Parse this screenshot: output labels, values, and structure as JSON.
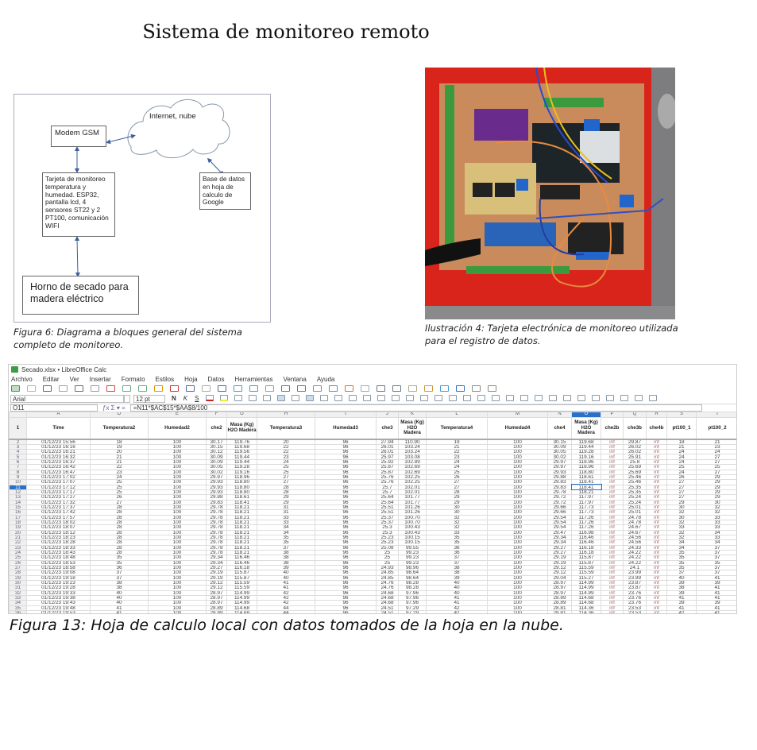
{
  "title": "Sistema de monitoreo remoto",
  "diagram": {
    "modem": "Modem GSM",
    "cloud": "Internet, nube",
    "board": "Tarjeta de monitoreo temperatura y humedad. ESP32, pantalla lcd, 4 sensores ST22 y 2 PT100, comunicación WIFI",
    "database": "Base de datos en hoja de calculo de Google",
    "oven": "Horno de secado para madera eléctrico",
    "caption": "Figura 6: Diagrama a bloques general del sistema completo de monitoreo."
  },
  "photo": {
    "caption": "Ilustración 4: Tarjeta electrónica de monitoreo utilizada para el registro de datos."
  },
  "spreadsheet": {
    "window_title": "Secado.xlsx • LibreOffice Calc",
    "menu": [
      "Archivo",
      "Editar",
      "Ver",
      "Insertar",
      "Formato",
      "Estilos",
      "Hoja",
      "Datos",
      "Herramientas",
      "Ventana",
      "Ayuda"
    ],
    "font_name": "Arial",
    "font_size": "12 pt",
    "format_buttons": [
      "N",
      "K",
      "S"
    ],
    "cell_ref": "O11",
    "formula": "=N11*$AC$15*$AA$8/100",
    "selected_row": "11",
    "selected_col": "O",
    "columns": [
      "A",
      "D",
      "E",
      "F",
      "G",
      "H",
      "I",
      "J",
      "K",
      "L",
      "M",
      "N",
      "O",
      "P",
      "Q",
      "R",
      "S",
      "T"
    ],
    "headers": [
      "Time",
      "Temperatura2",
      "Humedad2",
      "che2",
      "Masa (Kg) H2O Madera",
      "Temperatura3",
      "Humedad3",
      "che3",
      "Masa (Kg) H2O Madera",
      "Temperatura4",
      "Humedad4",
      "che4",
      "Masa (Kg) H2O Madera",
      "che2b",
      "che3b",
      "che4b",
      "pt100_1",
      "pt100_2"
    ],
    "rows": [
      [
        "2",
        "01/12/23 15:56",
        "18",
        "100",
        "30.17",
        "119.76",
        "20",
        "96",
        "27.94",
        "110.90",
        "19",
        "100",
        "30.15",
        "119.68",
        "inf",
        "29.87",
        "inf",
        "18",
        "21"
      ],
      [
        "3",
        "01/12/23 16:16",
        "19",
        "100",
        "30.15",
        "119.68",
        "22",
        "96",
        "26.01",
        "103.24",
        "21",
        "100",
        "30.09",
        "119.44",
        "inf",
        "26.02",
        "inf",
        "21",
        "23"
      ],
      [
        "4",
        "01/12/23 16:21",
        "20",
        "100",
        "30.12",
        "119.56",
        "22",
        "96",
        "26.01",
        "103.24",
        "22",
        "100",
        "30.05",
        "119.28",
        "inf",
        "26.02",
        "inf",
        "24",
        "24"
      ],
      [
        "5",
        "01/12/23 16:32",
        "21",
        "100",
        "30.09",
        "119.44",
        "23",
        "96",
        "25.97",
        "103.08",
        "23",
        "100",
        "30.02",
        "119.16",
        "inf",
        "25.91",
        "inf",
        "24",
        "27"
      ],
      [
        "6",
        "01/12/23 16:37",
        "21",
        "100",
        "30.09",
        "119.44",
        "24",
        "96",
        "25.92",
        "102.89",
        "24",
        "100",
        "29.97",
        "118.96",
        "inf",
        "25.8",
        "inf",
        "24",
        "27"
      ],
      [
        "7",
        "01/12/23 16:42",
        "22",
        "100",
        "30.05",
        "119.28",
        "25",
        "96",
        "25.87",
        "102.69",
        "24",
        "100",
        "29.97",
        "118.96",
        "inf",
        "25.69",
        "inf",
        "25",
        "25"
      ],
      [
        "8",
        "01/12/23 16:47",
        "23",
        "100",
        "30.02",
        "119.16",
        "25",
        "96",
        "25.87",
        "102.69",
        "25",
        "100",
        "29.93",
        "118.80",
        "inf",
        "25.69",
        "inf",
        "24",
        "27"
      ],
      [
        "9",
        "01/12/23 17:02",
        "24",
        "100",
        "29.97",
        "118.96",
        "27",
        "96",
        "25.76",
        "102.25",
        "26",
        "100",
        "29.88",
        "118.61",
        "inf",
        "25.46",
        "inf",
        "26",
        "29"
      ],
      [
        "10",
        "01/12/23 17:07",
        "25",
        "100",
        "29.93",
        "118.80",
        "27",
        "96",
        "25.76",
        "102.25",
        "27",
        "100",
        "29.83",
        "118.41",
        "inf",
        "25.46",
        "inf",
        "27",
        "29"
      ],
      [
        "11",
        "01/12/23 17:12",
        "25",
        "100",
        "29.93",
        "118.80",
        "28",
        "96",
        "25.7",
        "102.01",
        "27",
        "100",
        "29.83",
        "118.41",
        "inf",
        "25.35",
        "inf",
        "27",
        "29"
      ],
      [
        "12",
        "01/12/23 17:17",
        "25",
        "100",
        "29.93",
        "118.80",
        "28",
        "96",
        "25.7",
        "102.01",
        "28",
        "100",
        "29.78",
        "118.21",
        "inf",
        "25.35",
        "inf",
        "27",
        "29"
      ],
      [
        "13",
        "01/12/23 17:27",
        "26",
        "100",
        "29.88",
        "118.61",
        "29",
        "96",
        "25.64",
        "101.77",
        "29",
        "100",
        "29.72",
        "117.97",
        "inf",
        "25.24",
        "inf",
        "27",
        "29"
      ],
      [
        "14",
        "01/12/23 17:32",
        "27",
        "100",
        "29.83",
        "118.41",
        "29",
        "96",
        "25.64",
        "101.77",
        "29",
        "100",
        "29.72",
        "117.97",
        "inf",
        "25.24",
        "inf",
        "29",
        "30"
      ],
      [
        "15",
        "01/12/23 17:37",
        "28",
        "100",
        "29.78",
        "118.21",
        "31",
        "96",
        "25.51",
        "101.26",
        "30",
        "100",
        "29.66",
        "117.73",
        "inf",
        "25.01",
        "inf",
        "30",
        "32"
      ],
      [
        "16",
        "01/12/23 17:42",
        "28",
        "100",
        "29.78",
        "118.21",
        "31",
        "96",
        "25.51",
        "101.26",
        "30",
        "100",
        "29.66",
        "117.73",
        "inf",
        "25.01",
        "inf",
        "32",
        "32"
      ],
      [
        "17",
        "01/12/23 17:57",
        "28",
        "100",
        "29.78",
        "118.21",
        "33",
        "96",
        "25.37",
        "100.70",
        "32",
        "100",
        "29.54",
        "117.26",
        "inf",
        "24.78",
        "inf",
        "30",
        "33"
      ],
      [
        "18",
        "01/12/23 18:02",
        "28",
        "100",
        "29.78",
        "118.21",
        "33",
        "96",
        "25.37",
        "100.70",
        "32",
        "100",
        "29.54",
        "117.26",
        "inf",
        "24.78",
        "inf",
        "32",
        "33"
      ],
      [
        "19",
        "01/12/23 18:07",
        "28",
        "100",
        "29.78",
        "118.21",
        "34",
        "96",
        "25.3",
        "100.43",
        "32",
        "100",
        "29.54",
        "117.26",
        "inf",
        "24.67",
        "inf",
        "33",
        "33"
      ],
      [
        "20",
        "01/12/23 18:12",
        "28",
        "100",
        "29.78",
        "118.21",
        "34",
        "96",
        "25.3",
        "100.43",
        "33",
        "100",
        "29.47",
        "116.98",
        "inf",
        "24.67",
        "inf",
        "32",
        "34"
      ],
      [
        "21",
        "01/12/23 18:23",
        "28",
        "100",
        "29.78",
        "118.21",
        "35",
        "96",
        "25.23",
        "100.15",
        "35",
        "100",
        "29.34",
        "116.46",
        "inf",
        "24.56",
        "inf",
        "32",
        "33"
      ],
      [
        "22",
        "01/12/23 18:28",
        "28",
        "100",
        "29.78",
        "118.21",
        "35",
        "96",
        "25.23",
        "100.15",
        "35",
        "100",
        "29.34",
        "116.46",
        "inf",
        "24.56",
        "inf",
        "34",
        "34"
      ],
      [
        "23",
        "01/12/23 18:33",
        "28",
        "100",
        "29.78",
        "118.21",
        "37",
        "96",
        "25.08",
        "99.55",
        "36",
        "100",
        "29.27",
        "116.18",
        "inf",
        "24.33",
        "inf",
        "34",
        "37"
      ],
      [
        "24",
        "01/12/23 18:43",
        "28",
        "100",
        "29.78",
        "118.21",
        "38",
        "96",
        "25",
        "99.23",
        "36",
        "100",
        "29.27",
        "116.18",
        "inf",
        "24.22",
        "inf",
        "35",
        "37"
      ],
      [
        "25",
        "01/12/23 18:48",
        "35",
        "100",
        "29.34",
        "116.46",
        "38",
        "96",
        "25",
        "99.23",
        "37",
        "100",
        "29.19",
        "115.87",
        "inf",
        "24.22",
        "inf",
        "35",
        "37"
      ],
      [
        "26",
        "01/12/23 18:53",
        "35",
        "100",
        "29.34",
        "116.46",
        "38",
        "96",
        "25",
        "99.23",
        "37",
        "100",
        "29.19",
        "115.87",
        "inf",
        "24.22",
        "inf",
        "35",
        "35"
      ],
      [
        "27",
        "01/12/23 18:58",
        "36",
        "100",
        "29.27",
        "116.18",
        "39",
        "96",
        "24.93",
        "98.96",
        "38",
        "100",
        "29.12",
        "115.59",
        "inf",
        "24.1",
        "inf",
        "35",
        "37"
      ],
      [
        "28",
        "01/12/23 19:08",
        "37",
        "100",
        "29.19",
        "115.87",
        "40",
        "96",
        "24.85",
        "98.64",
        "38",
        "100",
        "29.12",
        "115.59",
        "inf",
        "23.99",
        "inf",
        "37",
        "37"
      ],
      [
        "29",
        "01/12/23 19:18",
        "37",
        "100",
        "29.19",
        "115.87",
        "40",
        "96",
        "24.85",
        "98.64",
        "39",
        "100",
        "29.04",
        "115.27",
        "inf",
        "23.99",
        "inf",
        "40",
        "41"
      ],
      [
        "30",
        "01/12/23 19:23",
        "38",
        "100",
        "29.12",
        "115.59",
        "41",
        "96",
        "24.76",
        "98.28",
        "40",
        "100",
        "28.97",
        "114.99",
        "inf",
        "23.87",
        "inf",
        "39",
        "39"
      ],
      [
        "31",
        "01/12/23 19:28",
        "38",
        "100",
        "29.12",
        "115.59",
        "41",
        "96",
        "24.76",
        "98.28",
        "40",
        "100",
        "28.97",
        "114.99",
        "inf",
        "23.87",
        "inf",
        "38",
        "41"
      ],
      [
        "32",
        "01/12/23 19:33",
        "40",
        "100",
        "28.97",
        "114.99",
        "42",
        "96",
        "24.68",
        "97.96",
        "40",
        "100",
        "28.97",
        "114.99",
        "inf",
        "23.76",
        "inf",
        "39",
        "41"
      ],
      [
        "33",
        "01/12/23 19:38",
        "40",
        "100",
        "28.97",
        "114.99",
        "42",
        "96",
        "24.68",
        "97.96",
        "41",
        "100",
        "28.89",
        "114.68",
        "inf",
        "23.76",
        "inf",
        "41",
        "41"
      ],
      [
        "34",
        "01/12/23 19:43",
        "40",
        "100",
        "28.97",
        "114.99",
        "42",
        "96",
        "24.68",
        "97.96",
        "41",
        "100",
        "28.89",
        "114.68",
        "inf",
        "23.76",
        "inf",
        "39",
        "39"
      ],
      [
        "35",
        "01/12/23 19:48",
        "41",
        "100",
        "28.89",
        "114.68",
        "44",
        "96",
        "24.51",
        "97.29",
        "42",
        "100",
        "28.81",
        "114.36",
        "inf",
        "23.53",
        "inf",
        "41",
        "41"
      ],
      [
        "36",
        "01/12/23 19:53",
        "41",
        "100",
        "28.89",
        "114.68",
        "44",
        "96",
        "24.51",
        "97.29",
        "42",
        "100",
        "28.81",
        "114.36",
        "inf",
        "23.53",
        "inf",
        "42",
        "41"
      ]
    ],
    "caption": "Figura 13: Hoja de calculo local con datos tomados de la hoja en la nube."
  }
}
